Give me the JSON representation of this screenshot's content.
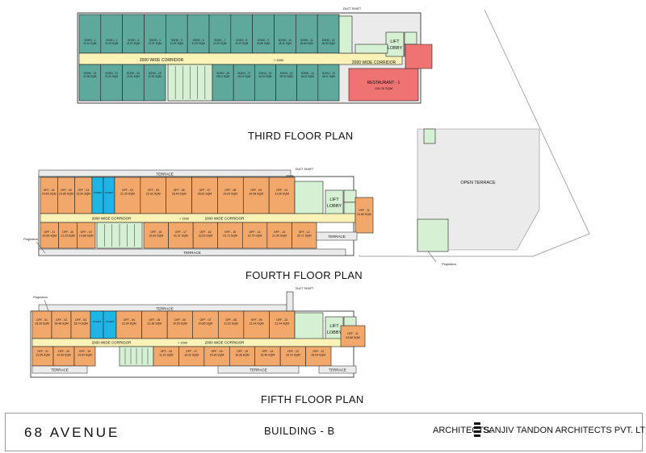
{
  "colors": {
    "shop": "#5fa89c",
    "office": "#f2a86b",
    "corridor": "#faf2b6",
    "lift": "#d6f0d3",
    "restaurant": "#f07373",
    "toilet": "#1fb4e6",
    "terrace": "#ebebeb",
    "wall": "#222222",
    "line": "#555555"
  },
  "tags": {
    "duct": "DUCT SHAFT",
    "lift": "LIFT",
    "lobby": "LOBBY",
    "toilet": "TOILET",
    "level": "+ 1500",
    "projection": "Projection",
    "terrace": "TERRACE",
    "corridor_third": "2000 WIDE CORRIDOR",
    "corridor_fourth": "2000 WIDE CORRIDOR",
    "corridor_fifth": "2000 WIDE CORRIDOR"
  },
  "third": {
    "title": "THIRD FLOOR PLAN",
    "top": [
      {
        "n": "SOHO - 1",
        "a": "22.10 SQM"
      },
      {
        "n": "SOHO - 2",
        "a": "21.97 SQM"
      },
      {
        "n": "SOHO - 3",
        "a": "21.97 SQM"
      },
      {
        "n": "SOHO - 4",
        "a": "21.97 SQM"
      },
      {
        "n": "SOHO - 5",
        "a": "21.97 SQM"
      },
      {
        "n": "SOHO - 6",
        "a": "21.97 SQM"
      },
      {
        "n": "SOHO - 7",
        "a": "21.97 SQM"
      },
      {
        "n": "SOHO - 8",
        "a": "21.97 SQM"
      },
      {
        "n": "SOHO - 9",
        "a": "24.89 SQM"
      },
      {
        "n": "SOHO - 10",
        "a": "25.11 SQM"
      },
      {
        "n": "SOHO - 11",
        "a": "26.84 SQM"
      },
      {
        "n": "SOHO - 12",
        "a": "26.92 SQM"
      }
    ],
    "bottom": [
      {
        "n": "SOHO - 22",
        "a": "21.50 SQM"
      },
      {
        "n": "SOHO - 21",
        "a": "21.51 SQM"
      },
      {
        "n": "SOHO - 20",
        "a": "21.51 SQM"
      },
      {
        "n": "SOHO - 19",
        "a": "21.51 SQM"
      },
      {
        "n": "SOHO - 18",
        "a": "28.01 SQM"
      },
      {
        "n": "SOHO - 17",
        "a": "26.01 SQM"
      },
      {
        "n": "SOHO - 16",
        "a": "26.01 SQM"
      },
      {
        "n": "SOHO - 15",
        "a": "26.01 SQM"
      },
      {
        "n": "SOHO - 14",
        "a": "26.01 SQM"
      },
      {
        "n": "SOHO - 13",
        "a": "26.01 SQM"
      }
    ],
    "restaurant": {
      "n": "RESTAURANT - 1",
      "a": "118.26 SQM"
    }
  },
  "fourth": {
    "title": "FOURTH FLOOR PLAN",
    "top": [
      {
        "n": "OFF - 01",
        "a": "24.66 SQM"
      },
      {
        "n": "OFF - 02",
        "a": "23.85 SQM"
      },
      {
        "n": "OFF - 03",
        "a": "23.90 SQM"
      },
      {
        "n": "OFF - 04",
        "a": "21.30 SQM"
      },
      {
        "n": "OFF - 05",
        "a": "29.32 SQM"
      },
      {
        "n": "OFF - 06",
        "a": "28.40 SQM"
      },
      {
        "n": "OFF - 07",
        "a": "28.81 SQM"
      },
      {
        "n": "OFF - 08",
        "a": "29.03 SQM"
      },
      {
        "n": "OFF - 09",
        "a": "29.08 SQM"
      },
      {
        "n": "OFF - 10",
        "a": "31.06 SQM"
      }
    ],
    "bottom": [
      {
        "n": "OFF - 21",
        "a": "20.83 SQM"
      },
      {
        "n": "OFF - 20",
        "a": "21.19 SQM"
      },
      {
        "n": "OFF - 19",
        "a": "19.88 SQM"
      },
      {
        "n": "OFF - 18",
        "a": "15.69 SQM"
      },
      {
        "n": "OFF - 17",
        "a": "22.21 SQM"
      },
      {
        "n": "OFF - 16",
        "a": "22.53 SQM"
      },
      {
        "n": "OFF - 15",
        "a": "22.72 SQM"
      },
      {
        "n": "OFF - 14",
        "a": "22.74 SQM"
      },
      {
        "n": "OFF - 13",
        "a": "21.09 SQM"
      },
      {
        "n": "OFF - 12",
        "a": "26.71 SQM"
      }
    ],
    "end": {
      "n": "OFF - 11",
      "a": "24.68 SQM"
    }
  },
  "fifth": {
    "title": "FIFTH FLOOR PLAN",
    "top": [
      {
        "n": "OFF - 01",
        "a": "19.39 SQM"
      },
      {
        "n": "OFF - 02",
        "a": "18.48 SQM"
      },
      {
        "n": "OFF - 03",
        "a": "18.74 SQM"
      },
      {
        "n": "OFF - 04",
        "a": "22.64 SQM"
      },
      {
        "n": "OFF - 05",
        "a": "21.36 SQM"
      },
      {
        "n": "OFF - 06",
        "a": "20.55 SQM"
      },
      {
        "n": "OFF - 07",
        "a": "20.85 SQM"
      },
      {
        "n": "OFF - 08",
        "a": "21.02 SQM"
      },
      {
        "n": "OFF - 09",
        "a": "21.04 SQM"
      },
      {
        "n": "OFF - 10",
        "a": "21.04 SQM"
      }
    ],
    "bottom": [
      {
        "n": "OFF - 21",
        "a": "13.05 SQM"
      },
      {
        "n": "OFF - 20",
        "a": "14.56 SQM"
      },
      {
        "n": "OFF - 19",
        "a": "14.54 SQM"
      },
      {
        "n": "OFF - 18",
        "a": "11.31 SQM"
      },
      {
        "n": "OFF - 17",
        "a": "16.02 SQM"
      },
      {
        "n": "OFF - 16",
        "a": "16.25 SQM"
      },
      {
        "n": "OFF - 15",
        "a": "16.38 SQM"
      },
      {
        "n": "OFF - 14",
        "a": "16.45 SQM"
      },
      {
        "n": "OFF - 13",
        "a": "16.19 SQM"
      },
      {
        "n": "OFF - 12",
        "a": "26.04 SQM"
      }
    ],
    "end": {
      "n": "OFF - 11",
      "a": "24.68 SQM"
    }
  },
  "open_terrace": "OPEN TERRACE",
  "footer": {
    "project": "68 AVENUE",
    "building": "BUILDING - B",
    "architects_label": "ARCHITECTS:",
    "firm": "SANJIV TANDON ARCHITECTS PVT. LTD"
  }
}
